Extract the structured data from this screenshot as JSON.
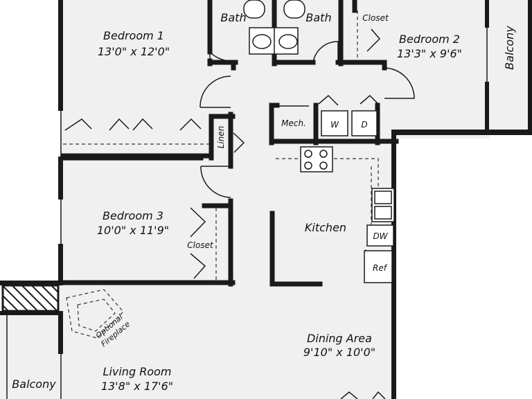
{
  "rooms": {
    "bedroom1": {
      "name": "Bedroom 1",
      "size": "13'0\" x 12'0\""
    },
    "bedroom2": {
      "name": "Bedroom 2",
      "size": "13'3\" x 9'6\""
    },
    "bedroom3": {
      "name": "Bedroom 3",
      "size": "10'0\" x 11'9\""
    },
    "living": {
      "name": "Living Room",
      "size": "13'8\" x 17'6\""
    },
    "dining": {
      "name": "Dining Area",
      "size": "9'10\" x 10'0\""
    },
    "kitchen": {
      "name": "Kitchen"
    }
  },
  "labels": {
    "bath_left": "Bath",
    "bath_right": "Bath",
    "closet_top": "Closet",
    "closet_bed3": "Closet",
    "linen": "Linen",
    "mech": "Mech.",
    "washer": "W",
    "dryer": "D",
    "dishwasher": "DW",
    "refrigerator": "Ref",
    "balcony_right": "Balcony",
    "balcony_left": "Balcony",
    "fireplace_line1": "Optional",
    "fireplace_line2": "Fireplace"
  },
  "colors": {
    "wall": "#1a1a1a",
    "floor": "#f0f0f0"
  }
}
